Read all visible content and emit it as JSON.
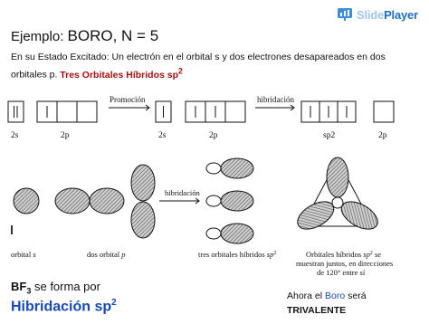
{
  "logo": {
    "part1": "Slide",
    "part2": "Player",
    "icon": "presentation-icon"
  },
  "title": {
    "prefix": "Ejemplo: ",
    "main": "BORO, N = 5"
  },
  "intro": {
    "text": "En su Estado Excitado: Un electrón en el orbital s y dos electrones desapareados en dos orbitales p. ",
    "highlight": "Tres Orbitales Híbridos sp",
    "highlight_sup": "2",
    "highlight_color": "#a11010"
  },
  "diagram_top": {
    "arrow1": "Promoción",
    "arrow2": "hibridación",
    "labels": [
      "2s",
      "2p",
      "2s",
      "2p",
      "sp2",
      "2p"
    ]
  },
  "diagram_bottom": {
    "arrow": "hibridación",
    "orbital_s": "orbital",
    "orbital_s_italic": "s",
    "orbital_p": "dos orbital",
    "orbital_p_italic": "p",
    "tres": "tres orbitales híbridos",
    "tres_italic": "sp",
    "tres_sup": "2",
    "desc_line1_a": "Orbitales híbridos",
    "desc_line1_italic": "sp",
    "desc_line1_sup": "2",
    "desc_line1_b": "se",
    "desc_line2": "muestran juntos, en direcciones",
    "desc_line3": "de 120° entre sí"
  },
  "bottom_left": {
    "bf3": "BF",
    "bf3_sub": "3",
    "bf3_rest": " se forma por",
    "hib": "Hibridación sp",
    "hib_sup": "2",
    "hib_color": "#1747b8"
  },
  "bottom_right": {
    "ahora": "Ahora el ",
    "boro": "Boro",
    "sera": " será",
    "trivalente": "TRIVALENTE"
  }
}
